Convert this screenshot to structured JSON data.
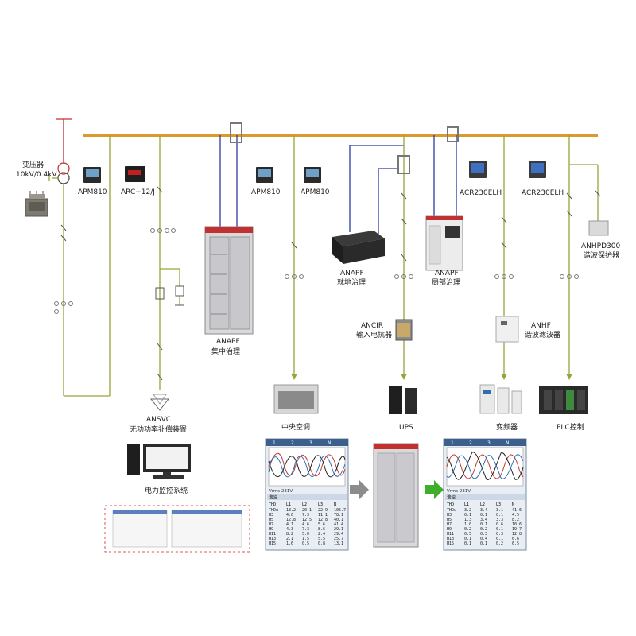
{
  "transformer": {
    "name": "变压器",
    "rating": "10kV/0.4kV"
  },
  "meters": {
    "apm810_a": "APM810",
    "arc": "ARC−12/J",
    "apm810_b": "APM810",
    "apm810_c": "APM810",
    "acr230_a": "ACR230ELH",
    "acr230_b": "ACR230ELH"
  },
  "devices": {
    "anhpd_model": "ANHPD300",
    "anhpd_desc": "谐波保护器",
    "anapf_central_model": "ANAPF",
    "anapf_central_desc": "集中治理",
    "anapf_local_model": "ANAPF",
    "anapf_local_desc": "就地治理",
    "anapf_part_model": "ANAPF",
    "anapf_part_desc": "局部治理",
    "ancir_model": "ANCIR",
    "ancir_desc": "输入电抗器",
    "anhf_model": "ANHF",
    "anhf_desc": "谐波滤波器",
    "ansvc_model": "ANSVC",
    "ansvc_desc": "无功功率补偿装置"
  },
  "loads": {
    "ac": "中央空调",
    "ups": "UPS",
    "vfd": "变频器",
    "plc": "PLC控制"
  },
  "monitor": {
    "label": "电力监控系统"
  },
  "scope_before": {
    "tabs": [
      "1",
      "2",
      "3",
      "N"
    ],
    "status": "Vrms 231V",
    "table_title": "谐波",
    "headers": [
      "THD",
      "L1",
      "L2",
      "L3",
      "N"
    ],
    "rows": [
      [
        "THDu",
        "18.2",
        "20.1",
        "22.9",
        "105.7"
      ],
      [
        "H3",
        "4.6",
        "7.3",
        "11.1",
        "78.1"
      ],
      [
        "H5",
        "12.8",
        "12.5",
        "12.8",
        "40.1"
      ],
      [
        "H7",
        "4.1",
        "4.6",
        "5.6",
        "41.4"
      ],
      [
        "H9",
        "4.3",
        "7.3",
        "8.6",
        "29.1"
      ],
      [
        "H11",
        "8.2",
        "5.0",
        "2.4",
        "29.4"
      ],
      [
        "H13",
        "2.1",
        "1.5",
        "5.5",
        "25.7"
      ],
      [
        "H15",
        "1.6",
        "0.5",
        "0.8",
        "13.1"
      ]
    ]
  },
  "scope_after": {
    "tabs": [
      "1",
      "2",
      "3",
      "N"
    ],
    "status": "Vrms 231V",
    "table_title": "谐波",
    "headers": [
      "THD",
      "L1",
      "L2",
      "L3",
      "N"
    ],
    "rows": [
      [
        "THDu",
        "3.2",
        "3.4",
        "3.1",
        "41.6"
      ],
      [
        "H3",
        "0.1",
        "0.1",
        "0.1",
        "4.5"
      ],
      [
        "H5",
        "1.3",
        "3.4",
        "3.3",
        "8.2"
      ],
      [
        "H7",
        "1.0",
        "0.1",
        "0.6",
        "10.6"
      ],
      [
        "H9",
        "0.2",
        "0.2",
        "0.1",
        "19.7"
      ],
      [
        "H11",
        "0.5",
        "0.3",
        "0.3",
        "12.8"
      ],
      [
        "H13",
        "0.1",
        "0.4",
        "0.1",
        "6.6"
      ],
      [
        "H15",
        "0.1",
        "0.1",
        "0.2",
        "6.5"
      ]
    ]
  },
  "colors": {
    "bus": "#d99a2e",
    "wire": "#9aa33a",
    "signal": "#2b3aa0",
    "arrow_grey": "#8c8c8c",
    "arrow_green": "#3fae2a",
    "dashed_box": "#e05050"
  }
}
